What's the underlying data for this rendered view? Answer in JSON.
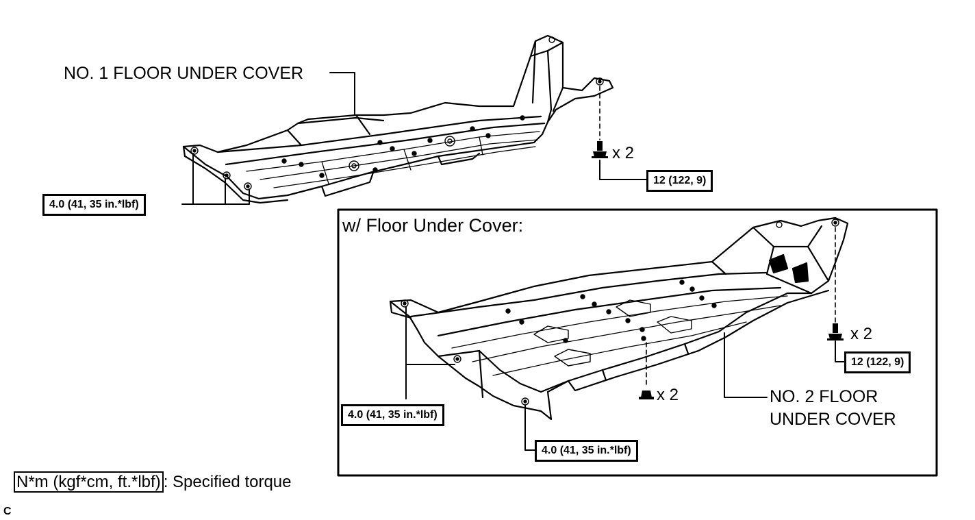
{
  "labels": {
    "no1_cover": "NO. 1 FLOOR UNDER COVER",
    "no2_cover_line1": "NO. 2 FLOOR",
    "no2_cover_line2": "UNDER COVER",
    "inset_heading": "w/ Floor Under Cover:"
  },
  "torques": {
    "no1_rear": "12 (122, 9)",
    "no1_front": "4.0 (41, 35 in.*lbf)",
    "no2_rear": "12 (122, 9)",
    "no2_left": "4.0 (41, 35 in.*lbf)",
    "no2_bottom": "4.0 (41, 35 in.*lbf)"
  },
  "quantities": {
    "no1_bolt": "x 2",
    "no2_bolt_rear": "x 2",
    "no2_nut": "x 2"
  },
  "legend": {
    "unit": "N*m (kgf*cm, ft.*lbf)",
    "meaning": ": Specified torque"
  },
  "corner_code": "C"
}
